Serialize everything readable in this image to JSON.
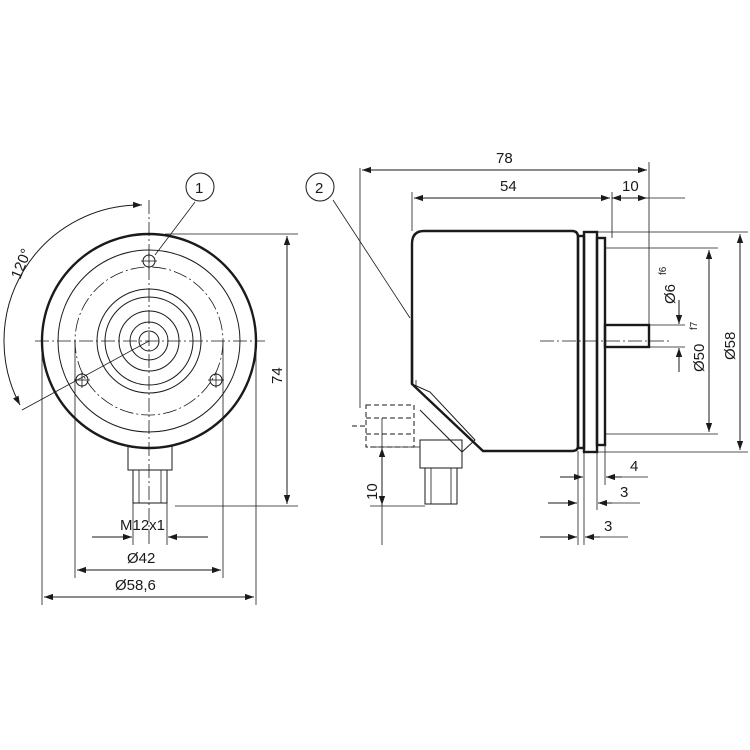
{
  "front_view": {
    "angle_label": "120°",
    "height_label": "74",
    "thread_label": "M12x1",
    "bolt_circle_label": "Ø42",
    "outer_diameter_label": "Ø58,6"
  },
  "side_view": {
    "overall_length_label": "78",
    "body_length_label": "54",
    "shaft_length_label": "10",
    "shaft_diameter_label": "Ø6",
    "shaft_tolerance_label": "f6",
    "flange_diameter_label": "Ø50",
    "flange_tolerance_label": "f7",
    "body_diameter_label": "Ø58",
    "connector_offset_label": "10",
    "dim_4_label": "4",
    "dim_3a_label": "3",
    "dim_3b_label": "3"
  },
  "callouts": {
    "callout_1": "1",
    "callout_2": "2"
  }
}
